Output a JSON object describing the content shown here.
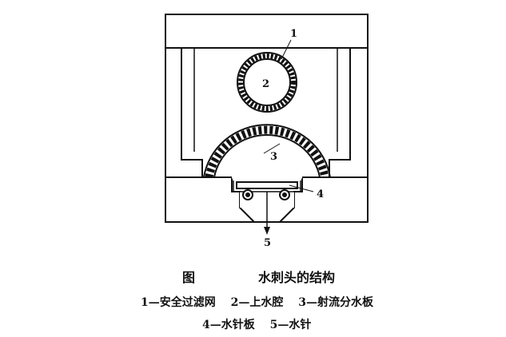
{
  "diagram": {
    "callouts": [
      "1",
      "2",
      "3",
      "4",
      "5"
    ]
  },
  "caption": {
    "figure_label": "图",
    "title": "水刺头的结构"
  },
  "legend": {
    "line1": [
      "1—安全过滤网",
      "2—上水腔",
      "3—射流分水板"
    ],
    "line2": [
      "4—水针板",
      "5—水针"
    ]
  }
}
